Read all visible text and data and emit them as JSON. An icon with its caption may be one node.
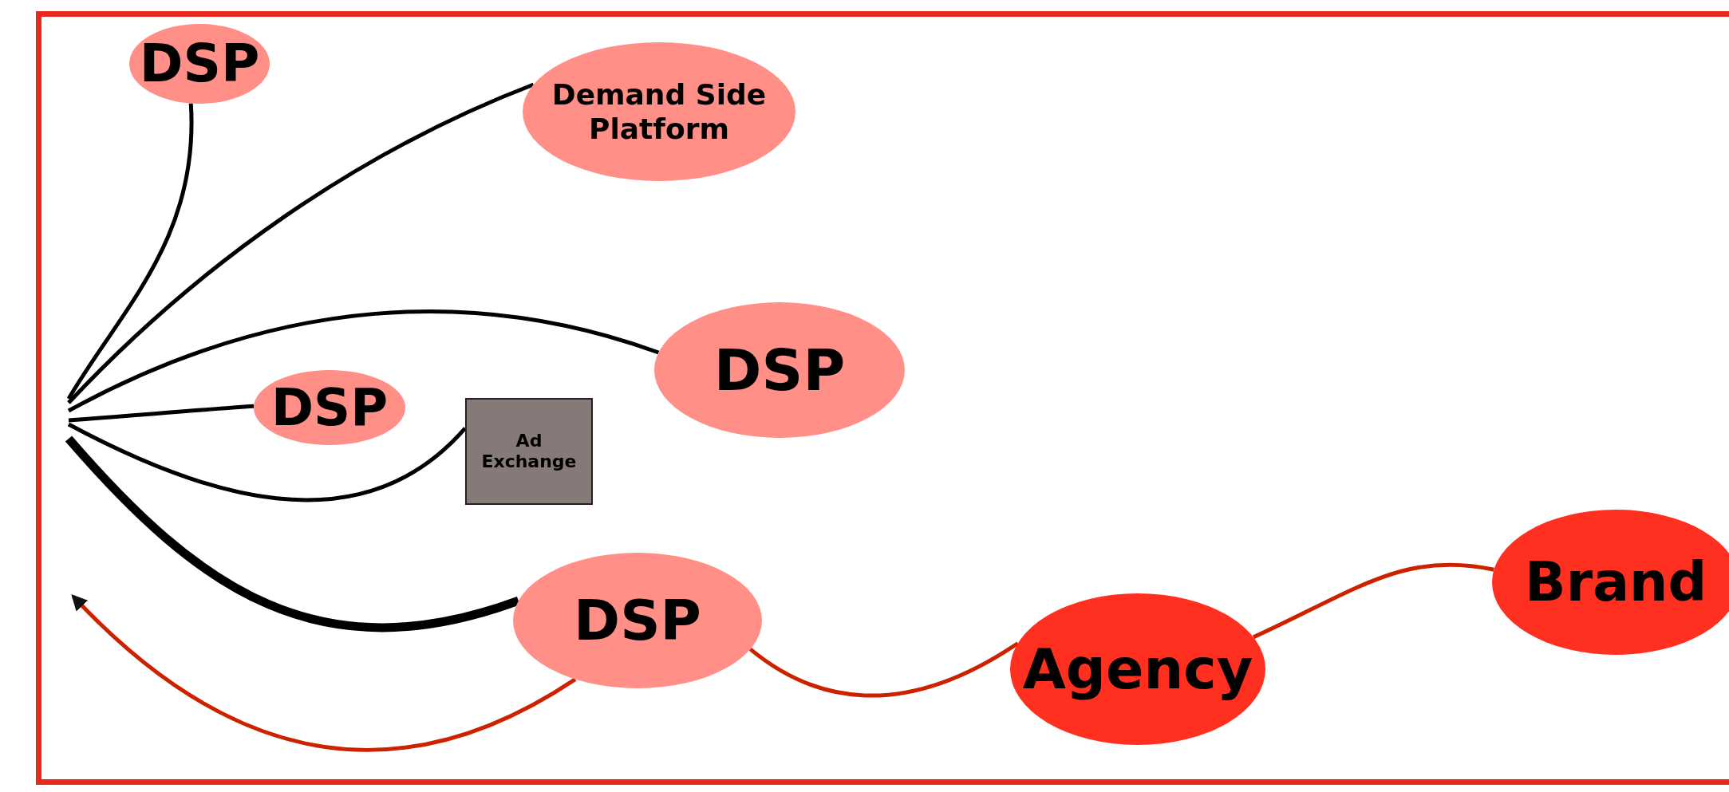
{
  "diagram": {
    "nodes": [
      {
        "text": [
          "DSP"
        ]
      },
      {
        "text": [
          "Demand Side Platform"
        ]
      },
      {
        "text": [
          "DSP"
        ]
      },
      {
        "text": [
          "DSP"
        ]
      },
      {
        "text": [
          "Ad Exchange"
        ]
      },
      {
        "text": [
          "DSP"
        ]
      },
      {
        "text": [
          "Brand"
        ]
      },
      {
        "text": [
          "Agency"
        ]
      }
    ],
    "edges": [
      {
        "from": null,
        "to": 0,
        "arrow": "none"
      },
      {
        "from": null,
        "to": 1,
        "arrow": "none"
      },
      {
        "from": null,
        "to": 2,
        "arrow": "none"
      },
      {
        "from": null,
        "to": 3,
        "arrow": "none"
      },
      {
        "from": null,
        "to": 4,
        "arrow": "none"
      },
      {
        "from": null,
        "to": 5,
        "arrow": "none",
        "style": "thick"
      },
      {
        "from": 5,
        "to": null,
        "arrow": "to",
        "color": "#cc2200"
      },
      {
        "from": 7,
        "to": 5,
        "arrow": "none",
        "color": "#cc2200"
      },
      {
        "from": 6,
        "to": 7,
        "arrow": "none",
        "color": "#cc2200"
      }
    ]
  }
}
